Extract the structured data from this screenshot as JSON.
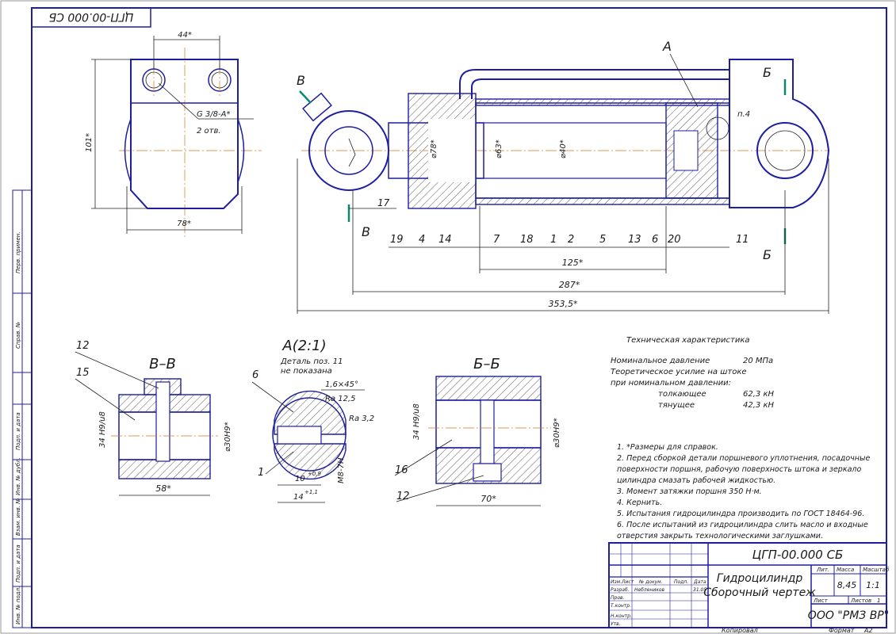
{
  "stamp_top": "ЦГП-00.000 СБ",
  "title_block": {
    "designation": "ЦГП-00.000 СБ",
    "name_line1": "Гидроцилиндр",
    "name_line2": "Сборочный чертеж",
    "col_lit": "Лит.",
    "col_mass": "Масса",
    "col_scale": "Масштаб",
    "mass": "8,45",
    "scale": "1:1",
    "sheet_label": "Лист",
    "sheets_label": "Листов",
    "sheets": "1",
    "company": "ООО \"РМЗ ВР\"",
    "copied": "Копировал",
    "format": "Формат",
    "format_value": "А2",
    "rows": {
      "izm": "Изм.",
      "list": "Лист",
      "doc": "№ докум.",
      "sign": "Подп.",
      "date": "Дата",
      "razrab": "Разраб.",
      "razrab_name": "Неблеников",
      "date_val": "31.05",
      "prov": "Пров.",
      "tkontr": "Т.контр.",
      "nkontr": "Н.контр.",
      "utv": "Утв."
    }
  },
  "side_stamps": [
    "Перв. примен.",
    "Справ. №",
    "Подп. и дата",
    "Инв. № дубл.",
    "Взам. инв. №",
    "Подп. и дата",
    "Инв. № подл."
  ],
  "end_view": {
    "dim_top": "44*",
    "dim_height": "101*",
    "dim_width": "78*",
    "thread_note_1": "G 3/8-A*",
    "thread_note_2": "2 отв."
  },
  "main_view": {
    "label_A": "А",
    "label_B": "В",
    "label_B2": "В",
    "label_Bsec": "Б",
    "label_Bsec2": "Б",
    "note_p4": "п.4",
    "dia1": "⌀78*",
    "dia2": "⌀63*",
    "dia3": "⌀40*",
    "dim_125": "125*",
    "dim_287": "287*",
    "dim_353": "353,5*",
    "positions": [
      "17",
      "19",
      "4",
      "14",
      "7",
      "18",
      "1",
      "2",
      "5",
      "13",
      "6",
      "20",
      "11"
    ]
  },
  "section_VV": {
    "title": "В–В",
    "pos_12": "12",
    "pos_15": "15",
    "dim_h": "34 H9/u8",
    "dim_d": "⌀30H9*",
    "dim_w": "58*"
  },
  "detail_A": {
    "title": "А(2:1)",
    "note_1": "Деталь поз. 11",
    "note_2": "не показана",
    "chamfer": "1,6×45°",
    "ra1": "Ra 12,5",
    "ra2": "Ra 3,2",
    "pos_6": "6",
    "pos_1": "1",
    "thread": "M8-7H",
    "dim_10": "10",
    "tol_10": "+0,9",
    "dim_14": "14",
    "tol_14": "+1,1"
  },
  "section_BB": {
    "title": "Б–Б",
    "pos_16": "16",
    "pos_12": "12",
    "dim_h": "34 H9/u8",
    "dim_d": "⌀30H9*",
    "dim_w": "70*"
  },
  "tech": {
    "title": "Техническая характеристика",
    "rows": [
      {
        "label": "Номинальное давление",
        "value": "20 МПа"
      },
      {
        "label": "Теоретическое усилие на штоке",
        "value": ""
      },
      {
        "label": "при номинальном давлении:",
        "value": ""
      },
      {
        "label": "толкающее",
        "value": "62,3 кН"
      },
      {
        "label": "тянущее",
        "value": "42,3 кН"
      }
    ]
  },
  "notes": [
    "1. *Размеры для справок.",
    "2. Перед сборкой детали поршневого уплотнения, посадочные",
    "поверхности поршня, рабочую поверхность штока и зеркало",
    "цилиндра смазать рабочей жидкостью.",
    "3. Момент затяжки поршня 350 Н·м.",
    "4. Кернить.",
    "5. Испытания гидроцилиндра производить по ГОСТ 18464-96.",
    "6. После испытаний из гидроцилиндра слить масло и входные",
    "отверстия закрыть технологическими заглушками."
  ]
}
